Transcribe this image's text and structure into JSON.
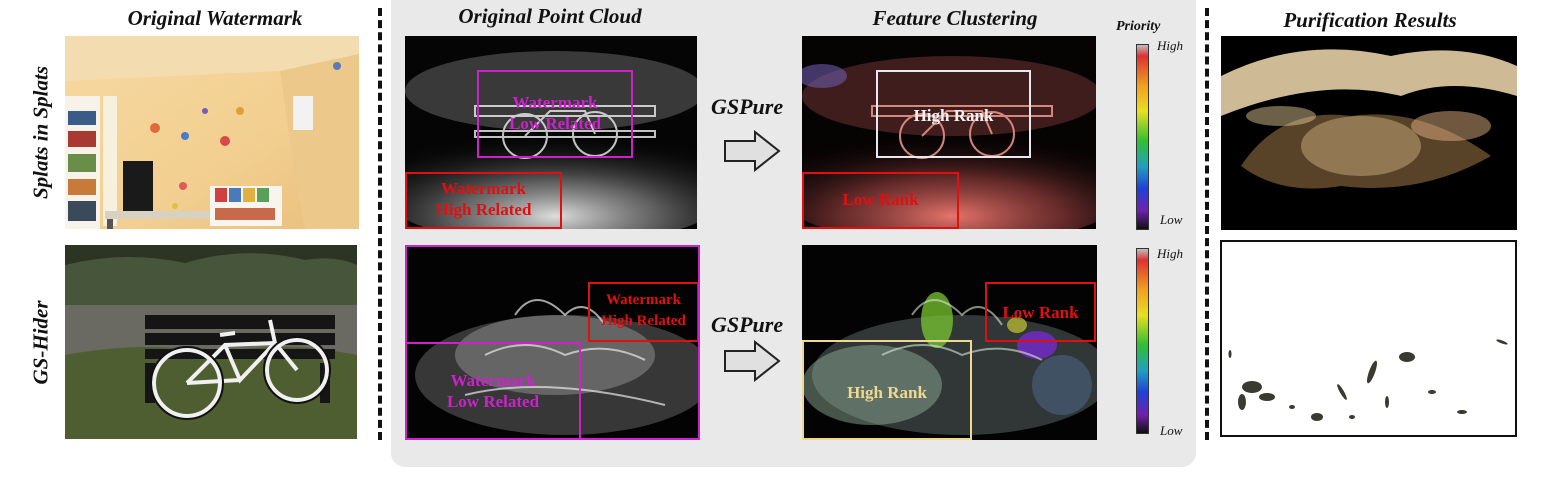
{
  "headers": {
    "original_watermark": "Original Watermark",
    "original_point_cloud": "Original Point Cloud",
    "feature_clustering": "Feature Clustering",
    "purification_results": "Purification Results"
  },
  "rows": {
    "row1": "Splats in Splats",
    "row2": "GS-Hider"
  },
  "method": "GSPure",
  "colorbar": {
    "title": "Priority",
    "high": "High",
    "low": "Low"
  },
  "boxes": {
    "r1_pc_magenta": [
      "Watermark",
      "Low Related"
    ],
    "r1_pc_red": [
      "Watermark",
      "High Related"
    ],
    "r1_fc_white": "High Rank",
    "r1_fc_red": "Low Rank",
    "r2_pc_red": [
      "Watermark",
      "High Related"
    ],
    "r2_pc_magenta": [
      "Watermark",
      "Low Related"
    ],
    "r2_fc_red": "Low Rank",
    "r2_fc_yellow": "High Rank"
  },
  "colors": {
    "magenta": "#cc22cc",
    "red": "#e01010",
    "white_box": "#e8e8f0",
    "yellow_box": "#f0d890",
    "panel": "#e9e9e9"
  }
}
